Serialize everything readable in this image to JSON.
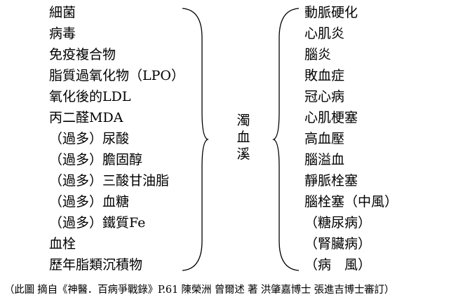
{
  "causes": [
    "細菌",
    "病毒",
    "免疫複合物",
    "脂質過氧化物（LPO）",
    "氧化後的LDL",
    "丙二醛MDA",
    "（過多）尿酸",
    "（過多）膽固醇",
    "（過多）三酸甘油脂",
    "（過多）血糖",
    "（過多）鐵質Fe",
    "血栓",
    "歷年脂類沉積物"
  ],
  "center_label": [
    "濁",
    "血",
    "溪"
  ],
  "diseases": [
    "動脈硬化",
    "心肌炎",
    "腦炎",
    "敗血症",
    "冠心病",
    "心肌梗塞",
    "高血壓",
    "腦溢血",
    "靜脈栓塞",
    "腦栓塞（中風）",
    "（糖尿病）",
    "（腎臟病）",
    "（病　風）"
  ],
  "caption": "（此圖 摘自《神醫．百病爭戰錄》P.61 陳榮洲 曾爾述 著 洪肇嘉博士 張進吉博士審訂）"
}
